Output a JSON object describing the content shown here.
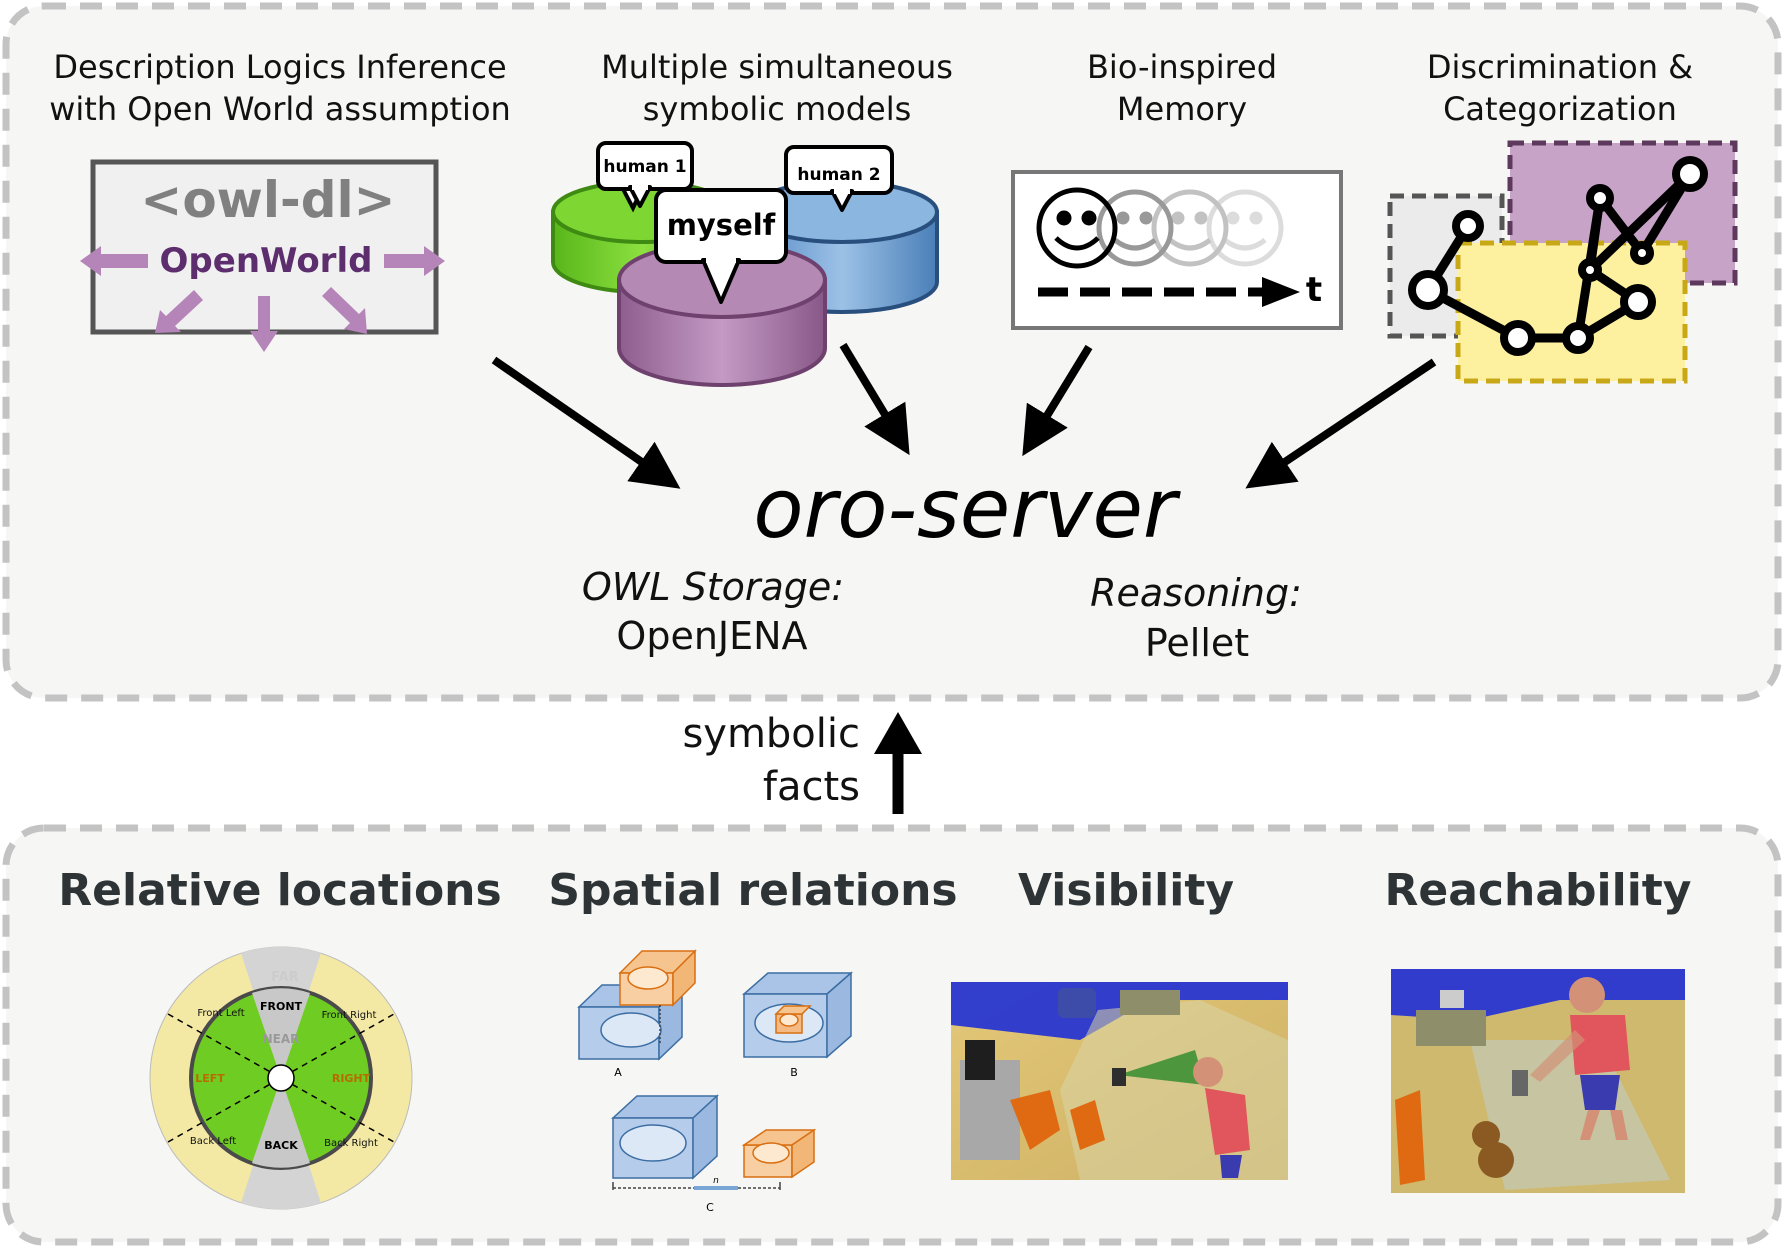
{
  "top": {
    "features": [
      {
        "line1": "Description Logics Inference",
        "line2": "with Open World assumption"
      },
      {
        "line1": "Multiple simultaneous",
        "line2": "symbolic models"
      },
      {
        "line1": "Bio-inspired",
        "line2": "Memory"
      },
      {
        "line1": "Discrimination &",
        "line2": "Categorization"
      }
    ],
    "owl": {
      "tag": "<owl-dl>",
      "open_world": "OpenWorld"
    },
    "models": {
      "human1": "human 1",
      "human2": "human 2",
      "myself": "myself"
    },
    "memory": {
      "t_label": "t"
    },
    "server": {
      "title": "oro-server",
      "storage_label": "OWL Storage:",
      "storage_value": "OpenJENA",
      "reasoning_label": "Reasoning:",
      "reasoning_value": "Pellet"
    }
  },
  "link": {
    "line1": "symbolic",
    "line2": "facts"
  },
  "bottom": {
    "sections": [
      "Relative locations",
      "Spatial relations",
      "Visibility",
      "Reachability"
    ],
    "radar": {
      "far": "FAR",
      "near": "NEAR",
      "front": "FRONT",
      "back": "BACK",
      "left": "LEFT",
      "right": "RIGHT",
      "front_left": "Front Left",
      "front_right": "Front Right",
      "back_left": "Back Left",
      "back_right": "Back Right"
    },
    "spatial": {
      "a": "A",
      "b": "B",
      "c": "C",
      "n": "n"
    }
  },
  "colors": {
    "panel_bg": "#f6f6f4",
    "panel_border": "#c3c3c3",
    "green": "#6fcc22",
    "purple": "#a878a8",
    "blue": "#6f9fd0",
    "yellow_zone": "#f7ec9e",
    "orange": "#e8904a"
  }
}
